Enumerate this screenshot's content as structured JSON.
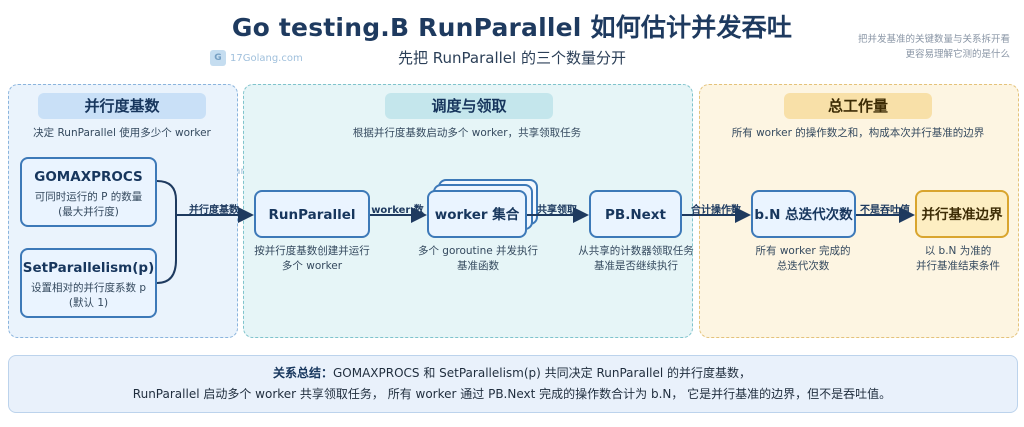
{
  "header": {
    "title": "Go testing.B RunParallel 如何估计并发吞吐",
    "subtitle": "先把 RunParallel 的三个数量分开",
    "corner_note_line1": "把并发基准的关键数量与关系拆开看",
    "corner_note_line2": "更容易理解它测的是什么"
  },
  "watermark": {
    "text": "17Golang.com",
    "logo": "G"
  },
  "sections": {
    "concurrency": {
      "title": "并行度基数",
      "desc": "决定 RunParallel 使用多少个 worker",
      "bg": "#eaf3fc",
      "title_bg": "#c9e0f7"
    },
    "scheduling": {
      "title": "调度与领取",
      "desc": "根据并行度基数启动多个 worker，共享领取任务",
      "bg": "#e6f5f7",
      "title_bg": "#c4e6ec"
    },
    "workload": {
      "title": "总工作量",
      "desc": "所有 worker 的操作数之和，构成本次并行基准的边界",
      "bg": "#fdf5e2",
      "title_bg": "#f8e0a8"
    }
  },
  "nodes": {
    "gomaxprocs": {
      "label": "GOMAXPROCS",
      "desc1": "可同时运行的 P 的数量",
      "desc2": "(最大并行度)"
    },
    "setparallelism": {
      "label": "SetParallelism(p)",
      "desc1": "设置相对的并行度系数 p",
      "desc2": "(默认 1)"
    },
    "runparallel": {
      "label": "RunParallel",
      "cap1": "按并行度基数创建并运行",
      "cap2": "多个 worker"
    },
    "workers": {
      "label": "worker 集合",
      "cap1": "多个 goroutine 并发执行",
      "cap2": "基准函数"
    },
    "pbnext": {
      "label": "PB.Next",
      "cap1": "从共享的计数器领取任务",
      "cap2": "基准是否继续执行"
    },
    "bn": {
      "label": "b.N 总迭代次数",
      "cap1": "所有 worker 完成的",
      "cap2": "总迭代次数"
    },
    "boundary": {
      "label": "并行基准边界",
      "cap1": "以 b.N 为准的",
      "cap2": "并行基准结束条件"
    }
  },
  "edges": {
    "to_runparallel": "并行度基数",
    "worker_count": "worker 数",
    "shared_claim": "共享领取",
    "sum_ops": "合计操作数",
    "not_throughput": "不是吞吐值"
  },
  "summary": {
    "label": "关系总结：",
    "line1": "GOMAXPROCS 和 SetParallelism(p) 共同决定 RunParallel 的并行度基数，",
    "line2": "RunParallel 启动多个 worker 共享领取任务， 所有 worker 通过 PB.Next 完成的操作数合计为 b.N， 它是并行基准的边界，但不是吞吐值。"
  },
  "colors": {
    "arrow": "#1e3a5f",
    "node_border": "#3d79b8",
    "boundary_border": "#d9a52e"
  }
}
